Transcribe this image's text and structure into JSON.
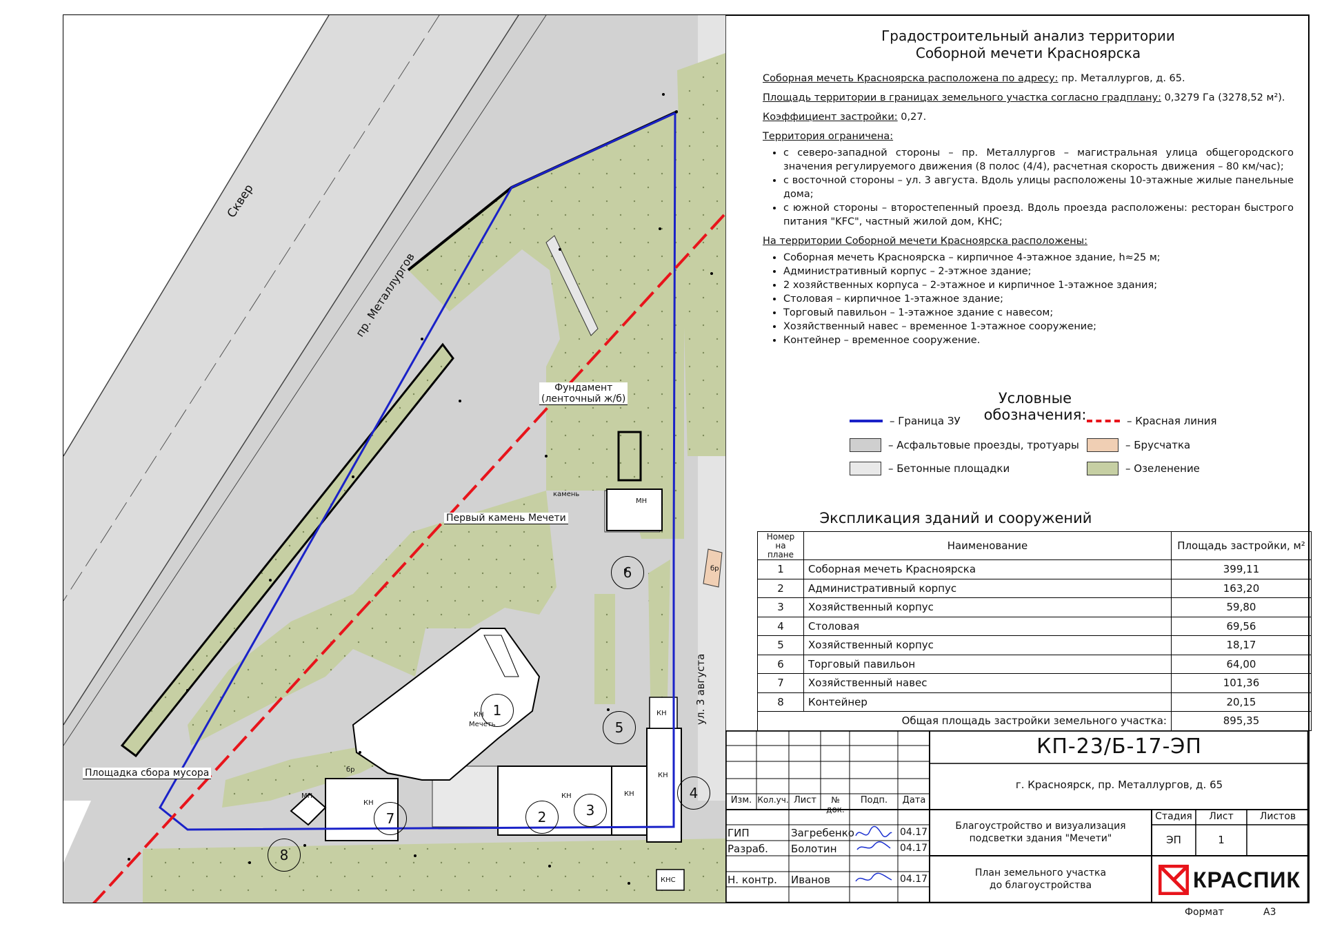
{
  "title": {
    "line1": "Градостроительный анализ территории",
    "line2": "Соборной мечети Красноярска"
  },
  "info": {
    "address_label": "Соборная мечеть Красноярска расположена по адресу:",
    "address_value": " пр. Металлургов, д. 65.",
    "area_label": "Площадь территории в границах земельного участка согласно градплану:",
    "area_value": " 0,3279 Га (3278,52 м²).",
    "coef_label": "Коэффициент застройки:",
    "coef_value": " 0,27.",
    "bounded_label": "Территория ограничена:",
    "bounded_items": [
      "с северо-западной стороны – пр. Металлургов – магистральная улица общегородского значения регулируемого движения (8 полос (4/4), расчетная скорость движения – 80 км/час);",
      "с восточной стороны – ул. 3 августа. Вдоль улицы расположены 10-этажные жилые панельные дома;",
      "с южной стороны – второстепенный проезд. Вдоль проезда расположены: ресторан быстрого питания \"KFC\", частный жилой дом, КНС;"
    ],
    "located_label": "На территории Соборной мечети Красноярска расположены:",
    "located_items": [
      "Соборная мечеть Красноярска – кирпичное 4-этажное здание, h≈25 м;",
      "Административный корпус – 2-этжное здание;",
      "2 хозяйственных корпуса – 2-этажное и кирпичное 1-этажное здания;",
      "Столовая – кирпичное 1-этажное здание;",
      "Торговый павильон – 1-этажное здание с навесом;",
      "Хозяйственный навес – временное 1-этажное сооружение;",
      "Контейнер – временное сооружение."
    ]
  },
  "legend": {
    "title": "Условные обозначения:",
    "items": [
      {
        "label": "– Граница ЗУ",
        "kind": "line",
        "color": "#1a22c8"
      },
      {
        "label": "– Красная линия",
        "kind": "dash",
        "color": "#e8141b"
      },
      {
        "label": "– Асфальтовые проезды, тротуары",
        "kind": "swatch",
        "color": "#cfcfcf"
      },
      {
        "label": "– Брусчатка",
        "kind": "swatch",
        "color": "#f0cfb4"
      },
      {
        "label": "– Бетонные площадки",
        "kind": "swatch",
        "color": "#e9e9e9"
      },
      {
        "label": "– Озеленение",
        "kind": "swatch",
        "color": "#c6cfa3"
      }
    ]
  },
  "explication": {
    "title": "Экспликация зданий и сооружений",
    "headers": [
      "Номер на плане",
      "Наименование",
      "Площадь застройки, м²"
    ],
    "rows": [
      [
        "1",
        "Соборная мечеть Красноярска",
        "399,11"
      ],
      [
        "2",
        "Административный корпус",
        "163,20"
      ],
      [
        "3",
        "Хозяйственный корпус",
        "59,80"
      ],
      [
        "4",
        "Столовая",
        "69,56"
      ],
      [
        "5",
        "Хозяйственный корпус",
        "18,17"
      ],
      [
        "6",
        "Торговый павильон",
        "64,00"
      ],
      [
        "7",
        "Хозяйственный навес",
        "101,36"
      ],
      [
        "8",
        "Контейнер",
        "20,15"
      ]
    ],
    "total_label": "Общая площадь застройки земельного участка:",
    "total_value": "895,35"
  },
  "map": {
    "labels": {
      "skver": "Сквер",
      "avenue": "пр. Металлургов",
      "street": "ул. 3 августа",
      "foundation1": "Фундамент",
      "foundation2": "(ленточный ж/б)",
      "first_stone": "Первый камень Мечети",
      "garbage": "Площадка сбора мусора",
      "stone": "камень",
      "kn": "КН",
      "mn": "МН",
      "kns": "КНС",
      "br": "бр",
      "mosque": "Мечеть"
    },
    "building_numbers": [
      "1",
      "2",
      "3",
      "4",
      "5",
      "6",
      "7",
      "8"
    ]
  },
  "stamp": {
    "code": "КП-23/Б-17-ЭП",
    "address": "г. Красноярск, пр. Металлургов, д. 65",
    "project_line1": "Благоустройство и визуализация",
    "project_line2": "подсветки здания \"Мечети\"",
    "sheet_line1": "План земельного участка",
    "sheet_line2": "до благоустройства",
    "col_headers": [
      "Изм.",
      "Кол.уч.",
      "Лист",
      "№ док.",
      "Подп.",
      "Дата"
    ],
    "stage_headers": [
      "Стадия",
      "Лист",
      "Листов"
    ],
    "stage": "ЭП",
    "sheet": "1",
    "sheets": "",
    "people": [
      {
        "role": "ГИП",
        "name": "Загребенко",
        "date": "04.17"
      },
      {
        "role": "Разраб.",
        "name": "Болотин",
        "date": "04.17"
      },
      {
        "role": "Н. контр.",
        "name": "Иванов",
        "date": "04.17"
      }
    ],
    "company": "КРАСПИК",
    "format_label": "Формат",
    "format_value": "А3"
  }
}
